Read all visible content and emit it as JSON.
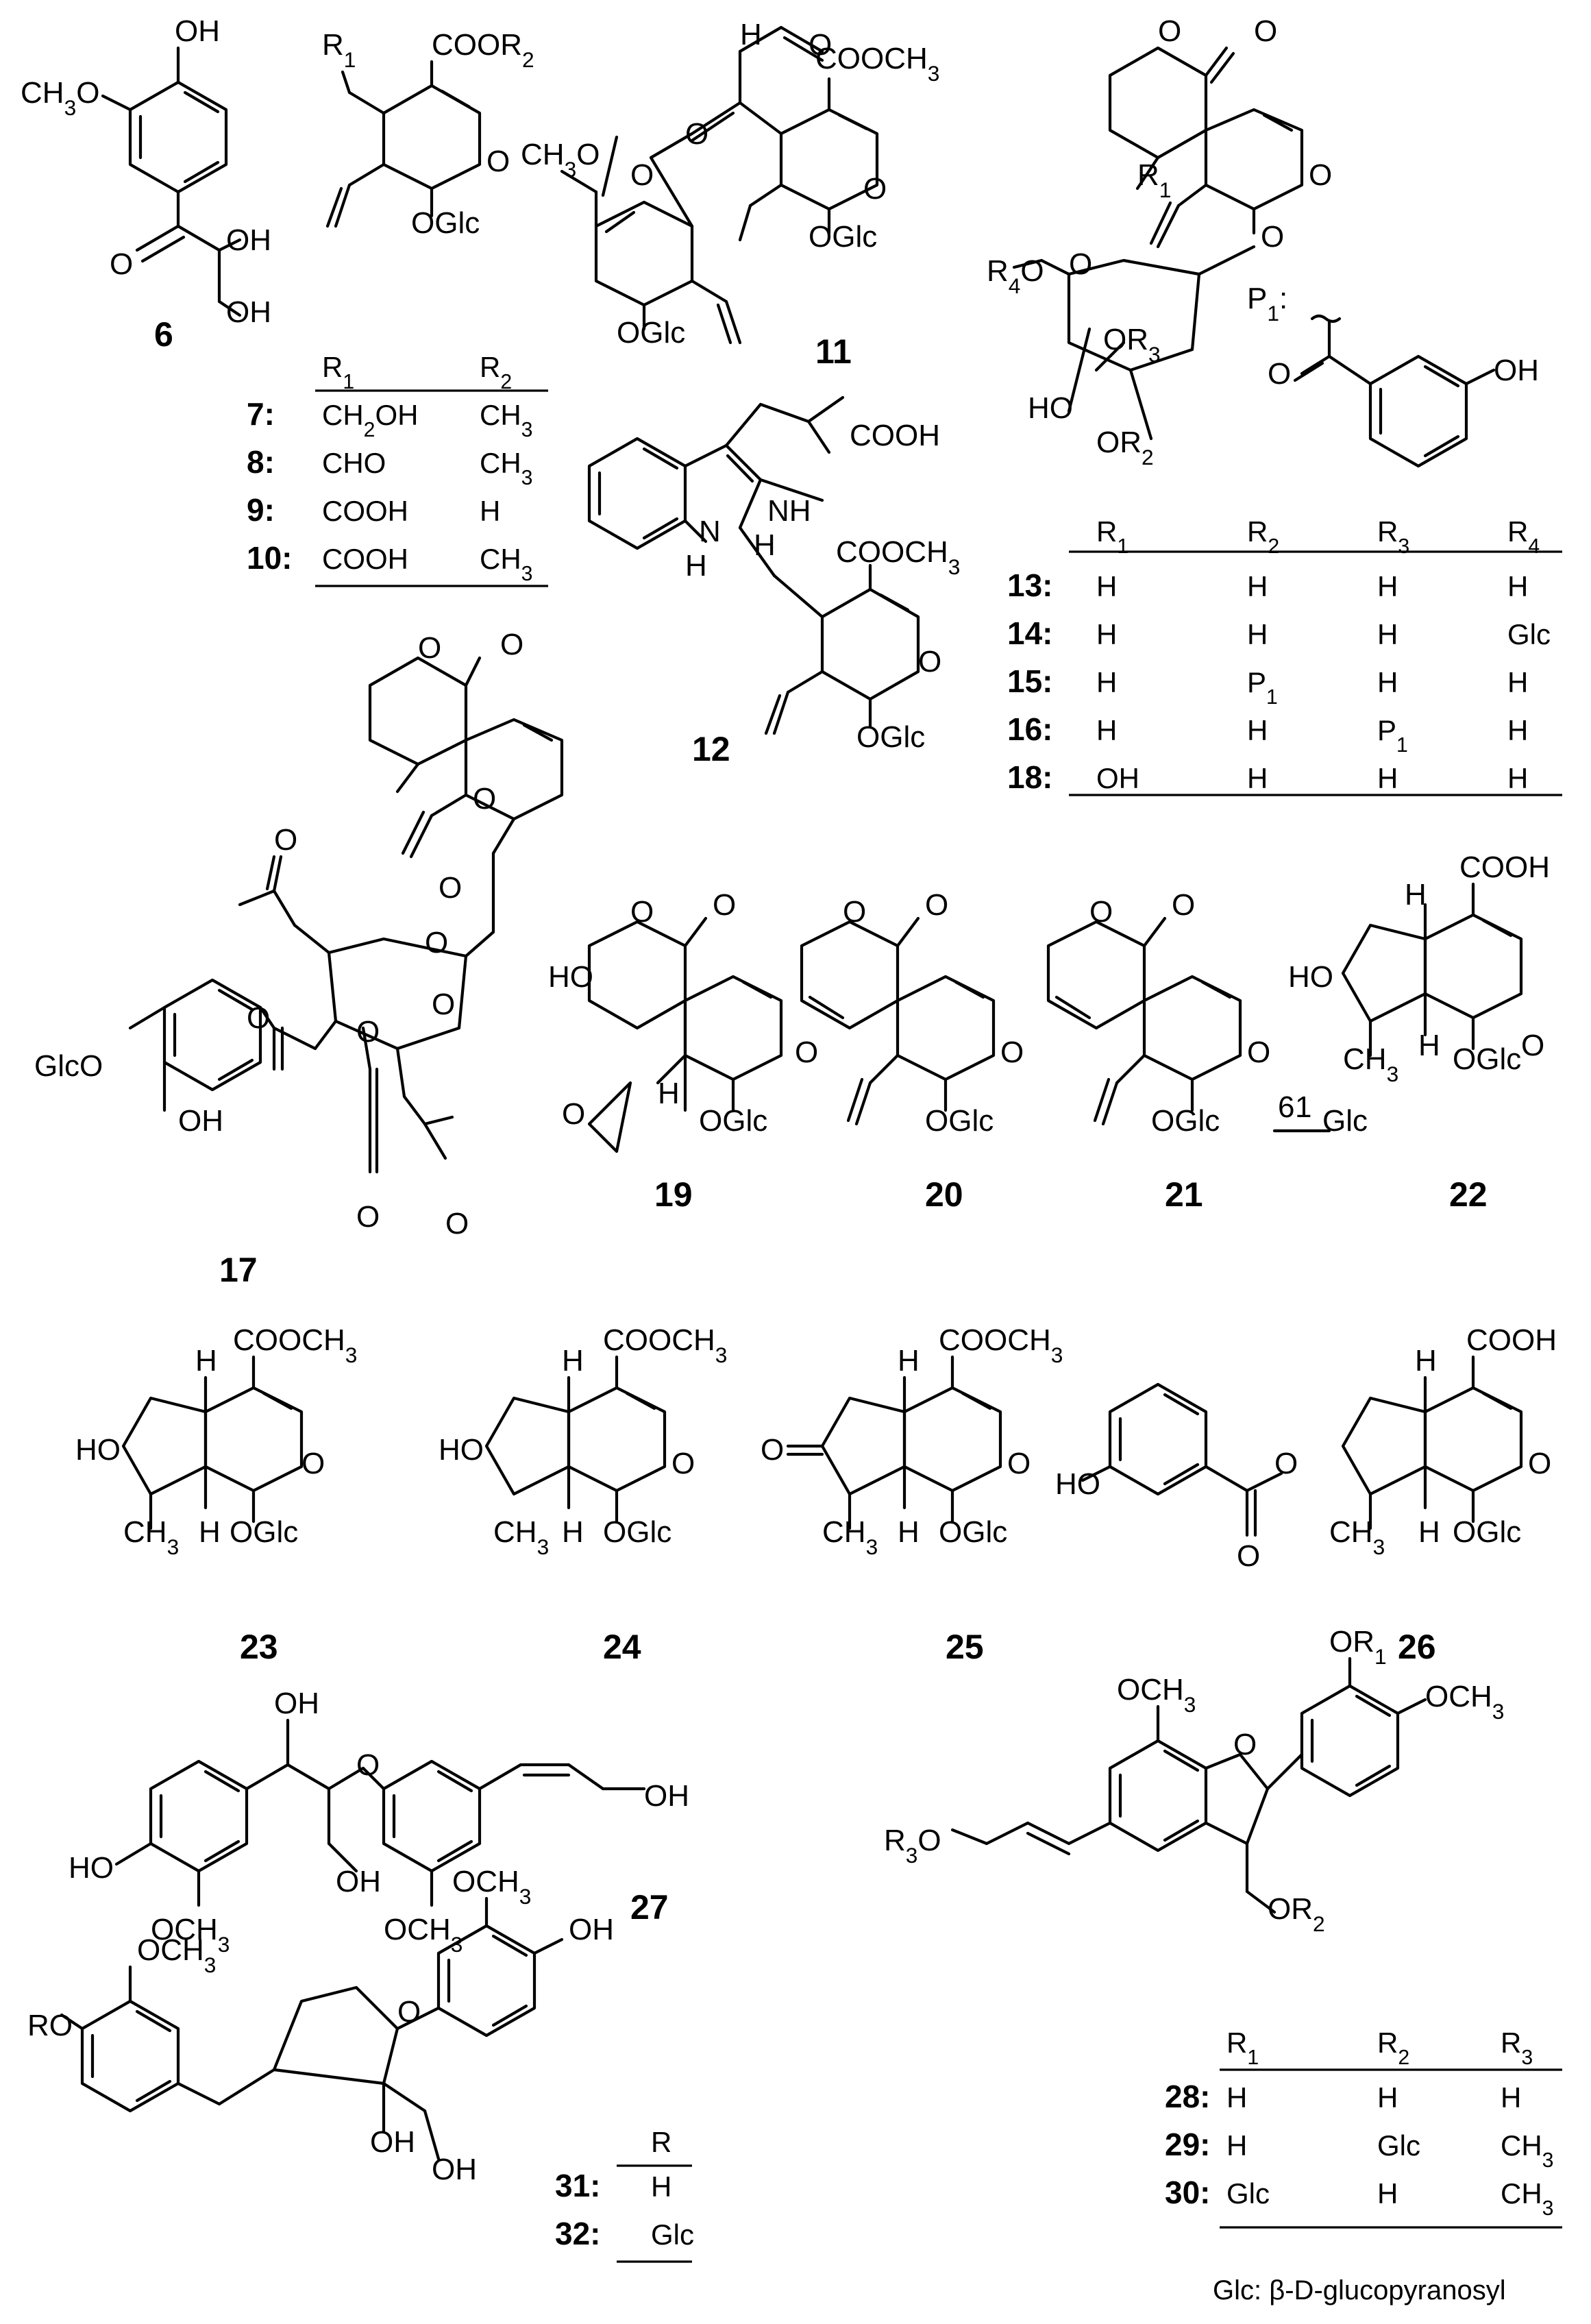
{
  "compound_numbers": [
    "6",
    "7",
    "8",
    "9",
    "10",
    "11",
    "12",
    "13",
    "14",
    "15",
    "16",
    "17",
    "18",
    "19",
    "20",
    "21",
    "22",
    "23",
    "24",
    "25",
    "26",
    "27",
    "28",
    "29",
    "30",
    "31",
    "32"
  ],
  "atom_labels": {
    "c6": [
      "OH",
      "CH3O",
      "O",
      "OH",
      "OH"
    ],
    "c7_10": [
      "R1",
      "COOR2",
      "O",
      "OGlc"
    ],
    "c11": [
      "H",
      "O",
      "COOCH3",
      "CH3O",
      "O",
      "O",
      "O",
      "OGlc",
      "OGlc"
    ],
    "c12": [
      "COOH",
      "NH",
      "N",
      "H",
      "H",
      "COOCH3",
      "O",
      "OGlc"
    ],
    "c13_18": [
      "O",
      "O",
      "R1",
      "O",
      "O",
      "R4O",
      "O",
      "OR3",
      "HO",
      "OR2"
    ],
    "p1": [
      "P1:",
      "O",
      "OH"
    ],
    "c17": [
      "O",
      "O",
      "O",
      "O",
      "O",
      "O",
      "GlcO",
      "O",
      "OH",
      "O",
      "O",
      "O",
      "O"
    ],
    "c19": [
      "O",
      "O",
      "HO",
      "O",
      "O",
      "H",
      "OGlc"
    ],
    "c20": [
      "O",
      "O",
      "O",
      "OGlc"
    ],
    "c21": [
      "O",
      "O",
      "O",
      "OGlc",
      "6",
      "1",
      "Glc"
    ],
    "c22": [
      "COOH",
      "H",
      "HO",
      "O",
      "CH3",
      "H",
      "OGlc"
    ],
    "c23": [
      "COOCH3",
      "H",
      "HO",
      "O",
      "CH3",
      "H",
      "OGlc"
    ],
    "c24": [
      "COOCH3",
      "H",
      "HO",
      "O",
      "CH3",
      "H",
      "OGlc"
    ],
    "c25": [
      "COOCH3",
      "H",
      "O",
      "O",
      "CH3",
      "H",
      "OGlc"
    ],
    "c26": [
      "COOH",
      "HO",
      "O",
      "O",
      "H",
      "O",
      "CH3",
      "H",
      "OGlc"
    ],
    "c27": [
      "OH",
      "O",
      "OH",
      "HO",
      "OCH3",
      "OH",
      "OCH3"
    ],
    "c28_30": [
      "OCH3",
      "OR1",
      "OCH3",
      "O",
      "R3O",
      "OR2"
    ],
    "c31_32": [
      "OCH3",
      "OH",
      "RO",
      "OCH3",
      "O",
      "OH",
      "OH"
    ]
  },
  "tables": {
    "t7_10": {
      "headers": [
        "R1",
        "R2"
      ],
      "rows": [
        {
          "label": "7:",
          "cells": [
            "CH2OH",
            "CH3"
          ]
        },
        {
          "label": "8:",
          "cells": [
            "CHO",
            "CH3"
          ]
        },
        {
          "label": "9:",
          "cells": [
            "COOH",
            "H"
          ]
        },
        {
          "label": "10:",
          "cells": [
            "COOH",
            "CH3"
          ]
        }
      ]
    },
    "t13_18": {
      "headers": [
        "R1",
        "R2",
        "R3",
        "R4"
      ],
      "rows": [
        {
          "label": "13:",
          "cells": [
            "H",
            "H",
            "H",
            "H"
          ]
        },
        {
          "label": "14:",
          "cells": [
            "H",
            "H",
            "H",
            "Glc"
          ]
        },
        {
          "label": "15:",
          "cells": [
            "H",
            "P1",
            "H",
            "H"
          ]
        },
        {
          "label": "16:",
          "cells": [
            "H",
            "H",
            "P1",
            "H"
          ]
        },
        {
          "label": "18:",
          "cells": [
            "OH",
            "H",
            "H",
            "H"
          ]
        }
      ]
    },
    "t28_30": {
      "headers": [
        "R1",
        "R2",
        "R3"
      ],
      "rows": [
        {
          "label": "28:",
          "cells": [
            "H",
            "H",
            "H"
          ]
        },
        {
          "label": "29:",
          "cells": [
            "H",
            "Glc",
            "CH3"
          ]
        },
        {
          "label": "30:",
          "cells": [
            "Glc",
            "H",
            "CH3"
          ]
        }
      ]
    },
    "t31_32": {
      "headers": [
        "R"
      ],
      "rows": [
        {
          "label": "31:",
          "cells": [
            "H"
          ]
        },
        {
          "label": "32:",
          "cells": [
            "Glc"
          ]
        }
      ]
    }
  },
  "footnote": "Glc: β-D-glucopyranosyl"
}
